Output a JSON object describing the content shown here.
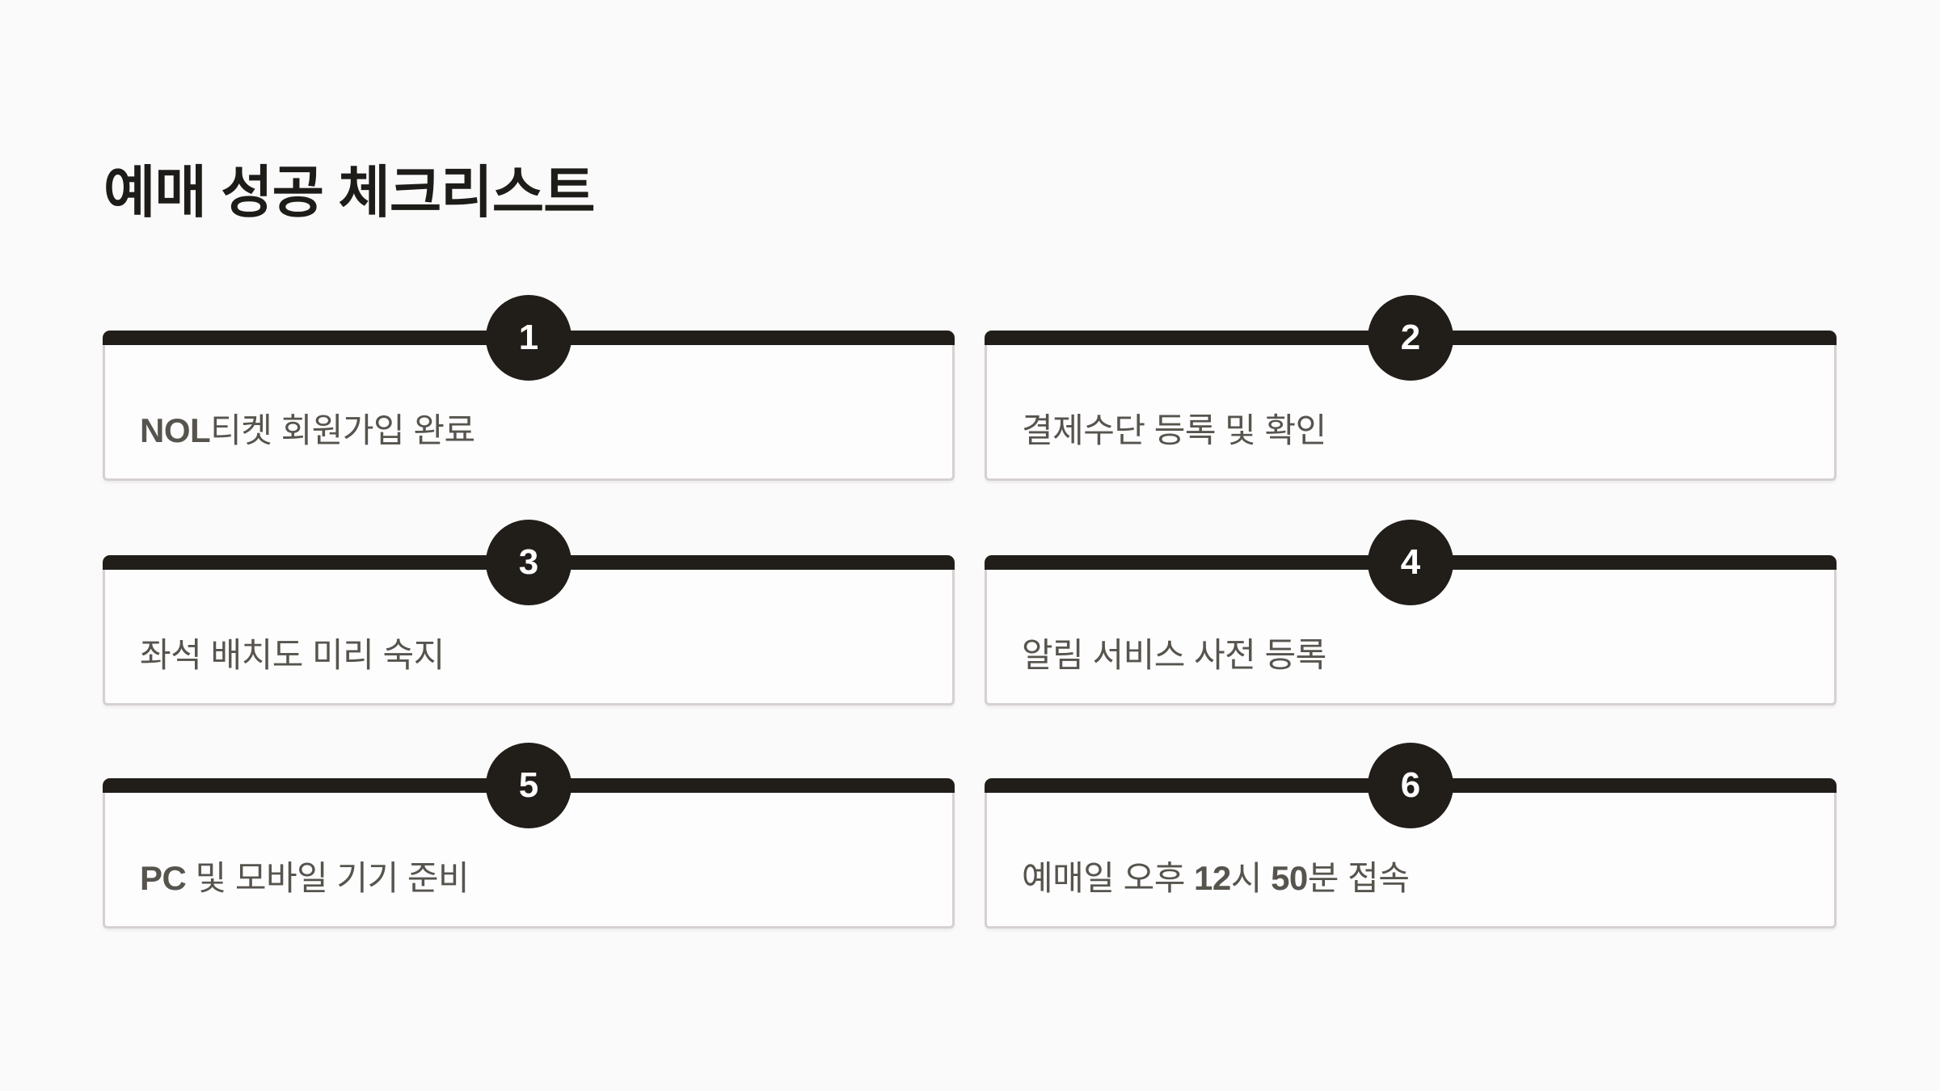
{
  "page": {
    "background_color": "#fbfafa",
    "title": "예매 성공 체크리스트"
  },
  "colors": {
    "accent_dark": "#211e1a",
    "card_background": "#fdfdfd",
    "card_border": "#d6d1d0",
    "label_text": "#57544e",
    "title_text": "#1e1c19",
    "badge_number_text": "#ffffff"
  },
  "checklist": {
    "items": [
      {
        "number": "1",
        "text": "NOL티켓 회원가입 완료",
        "segments": [
          {
            "text": "NOL",
            "bold": true
          },
          {
            "text": "티켓 회원가입 완료",
            "bold": false
          }
        ]
      },
      {
        "number": "2",
        "text": "결제수단 등록 및 확인",
        "segments": [
          {
            "text": "결제수단 등록 및 확인",
            "bold": false
          }
        ]
      },
      {
        "number": "3",
        "text": "좌석 배치도 미리 숙지",
        "segments": [
          {
            "text": "좌석 배치도 미리 숙지",
            "bold": false
          }
        ]
      },
      {
        "number": "4",
        "text": "알림 서비스 사전 등록",
        "segments": [
          {
            "text": "알림 서비스 사전 등록",
            "bold": false
          }
        ]
      },
      {
        "number": "5",
        "text": "PC 및 모바일 기기 준비",
        "segments": [
          {
            "text": "PC",
            "bold": true
          },
          {
            "text": " 및 모바일 기기 준비",
            "bold": false
          }
        ]
      },
      {
        "number": "6",
        "text": "예매일 오후 12시 50분 접속",
        "segments": [
          {
            "text": "예매일 오후 ",
            "bold": false
          },
          {
            "text": "12",
            "bold": true
          },
          {
            "text": "시 ",
            "bold": false
          },
          {
            "text": "50",
            "bold": true
          },
          {
            "text": "분 접속",
            "bold": false
          }
        ]
      }
    ]
  }
}
